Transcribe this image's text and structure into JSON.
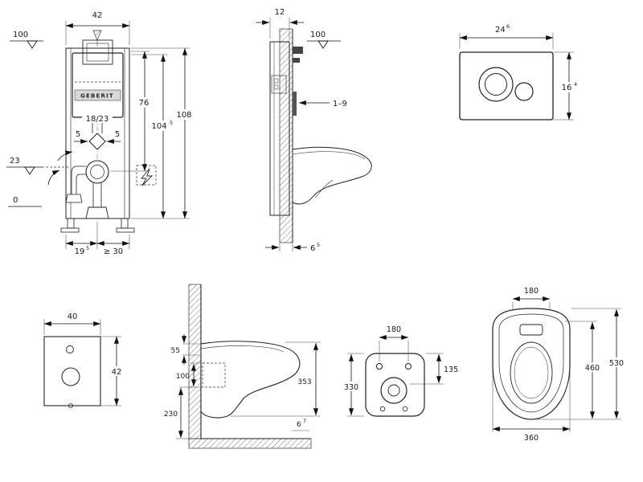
{
  "drawing": {
    "brand": "GEBERIT",
    "front": {
      "w42": "42",
      "ref100": "100",
      "h76": "76",
      "h108": "108",
      "h104": "104",
      "h104s": "5",
      "mid": "18/23",
      "l5": "5",
      "r5": "5",
      "l23": "23",
      "zero": "0",
      "b19": "19",
      "b19s": "5",
      "b30": "≥ 30"
    },
    "side": {
      "w12": "12",
      "ref100": "100",
      "plate": "1–9",
      "b6": "6",
      "b6s": "5"
    },
    "plate": {
      "w24": "24",
      "w24s": "6",
      "h16": "16",
      "h16s": "4"
    },
    "mat": {
      "w40": "40",
      "h42": "42"
    },
    "pan_side": {
      "d55": "55",
      "d100": "100",
      "d230": "230",
      "d353": "353",
      "d6": "6",
      "d6s": "7"
    },
    "pan_rear": {
      "w180": "180",
      "h135": "135",
      "h330": "330"
    },
    "pan_top": {
      "w180": "180",
      "d460": "460",
      "d530": "530",
      "w360": "360"
    }
  }
}
